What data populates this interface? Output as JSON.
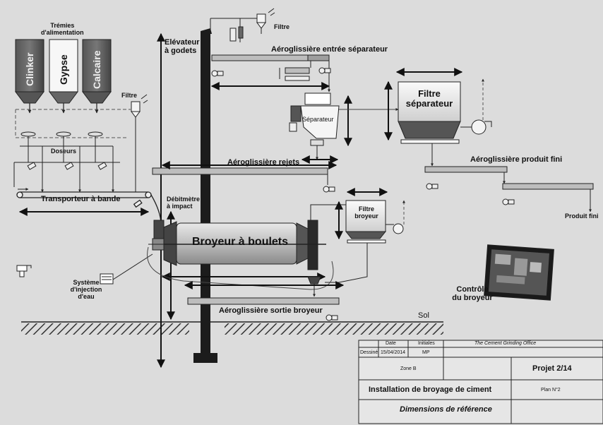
{
  "labels": {
    "tremies": "Trémies\nd'alimentation",
    "clinker": "Clinker",
    "gypse": "Gypse",
    "calcaire": "Calcaire",
    "filtre_left": "Filtre",
    "doseurs": "Doseurs",
    "transporteur": "Transporteur  à bande",
    "elevateur": "Elévateur\nà godets",
    "filtre_top": "Filtre",
    "aero_entree": "Aéroglissière entrée séparateur",
    "separateur": "Séparateur",
    "filtre_sep": "Filtre\nséparateur",
    "aero_produit": "Aéroglissière produit fini",
    "produit_fini": "Produit fini",
    "aero_rejets": "Aéroglissière rejets",
    "debitmetre": "Débitmètre\nà impact",
    "filtre_broyeur": "Filtre\nbroyeur",
    "broyeur": "Broyeur à boulets",
    "systeme_eau": "Système\nd'injection d'eau",
    "controle": "Contrôle\ndu broyeur",
    "aero_sortie": "Aéroglissière sortie broyeur",
    "sol": "Sol"
  },
  "title_block": {
    "hdr_date": "Date",
    "hdr_initiales": "Initiales",
    "office": "The Cement Grinding Office",
    "dessine": "Dessiné",
    "date": "15/04/2014",
    "initiales": "MP",
    "zone": "Zone B",
    "projet": "Projet 2/14",
    "installation": "Installation  de broyage de ciment",
    "plan": "Plan N°2",
    "dimensions": "Dimensions  de référence"
  },
  "colors": {
    "background": "#dcdcdc",
    "equipment_dark": "#222222",
    "equipment_mid": "#888888",
    "equipment_light": "#f4f4f4"
  }
}
